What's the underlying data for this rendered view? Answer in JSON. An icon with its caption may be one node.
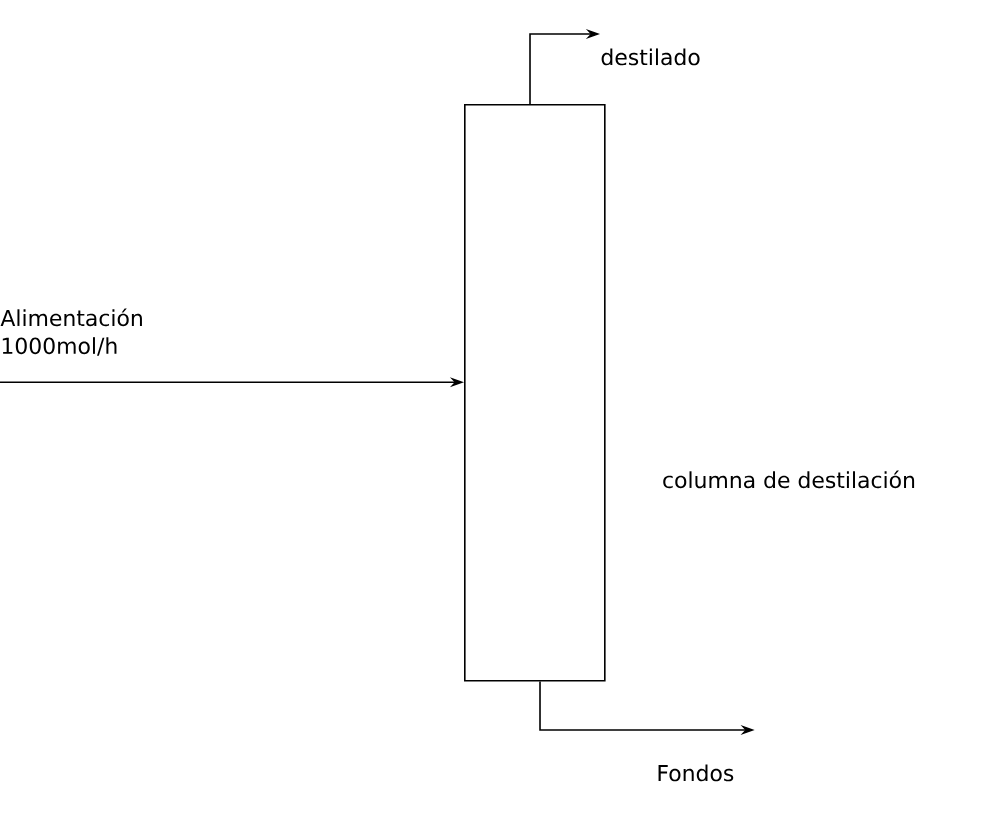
{
  "diagram": {
    "nodes": [
      {
        "text": [],
        "shape": "box",
        "beside": [
          "columna de destilación"
        ]
      },
      {
        "text": [
          "Alimentación 1000mol/h"
        ]
      },
      {
        "text": [
          "destilado"
        ]
      },
      {
        "text": [
          "Fondos"
        ]
      }
    ],
    "edges": [
      {
        "from": 1,
        "to": 0,
        "arrow": "to"
      },
      {
        "from": 0,
        "to": 2,
        "arrow": "to"
      },
      {
        "from": 0,
        "to": 3,
        "arrow": "to"
      }
    ]
  }
}
